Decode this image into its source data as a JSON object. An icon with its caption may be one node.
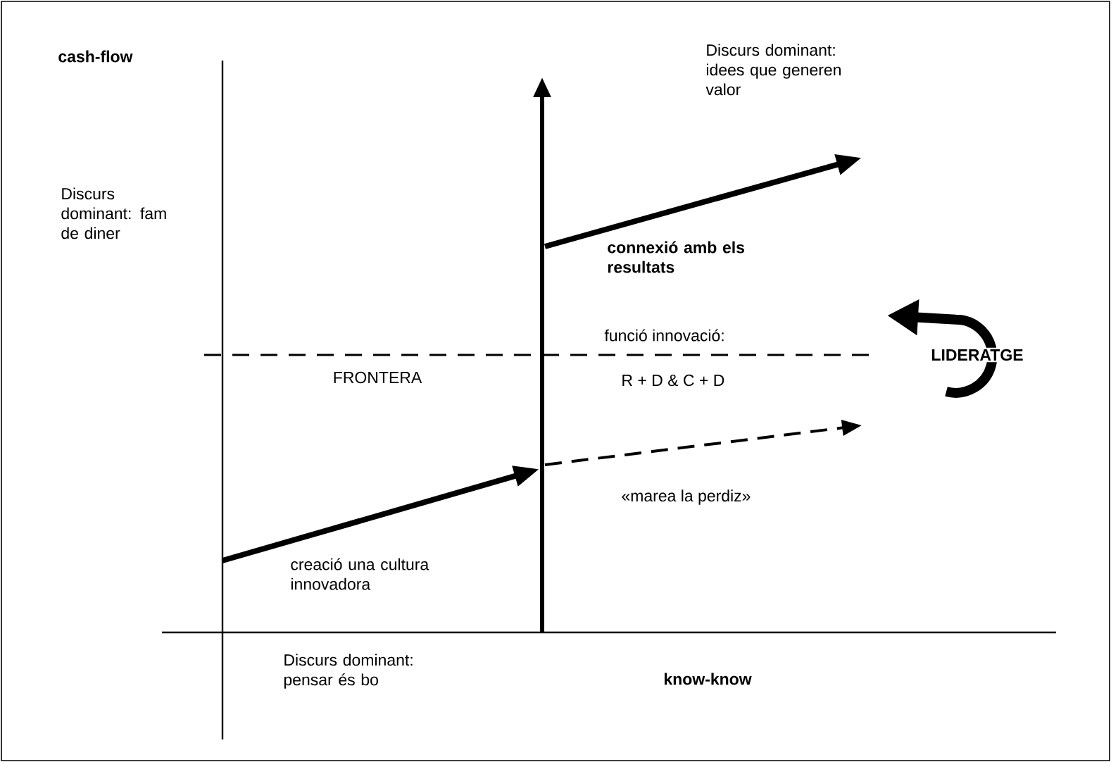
{
  "diagram": {
    "labels": [
      "cash-flow",
      "Discurs dominant: idees que generen valor",
      "Discurs dominant: fam de diner",
      "connexió amb els resultats",
      "funció innovació:",
      "LIDERATGE",
      "FRONTERA",
      "R + D & C + D",
      "«marea la perdiz»",
      "creació una cultura innovadora",
      "Discurs dominant: pensar és bo",
      "know-know"
    ]
  }
}
